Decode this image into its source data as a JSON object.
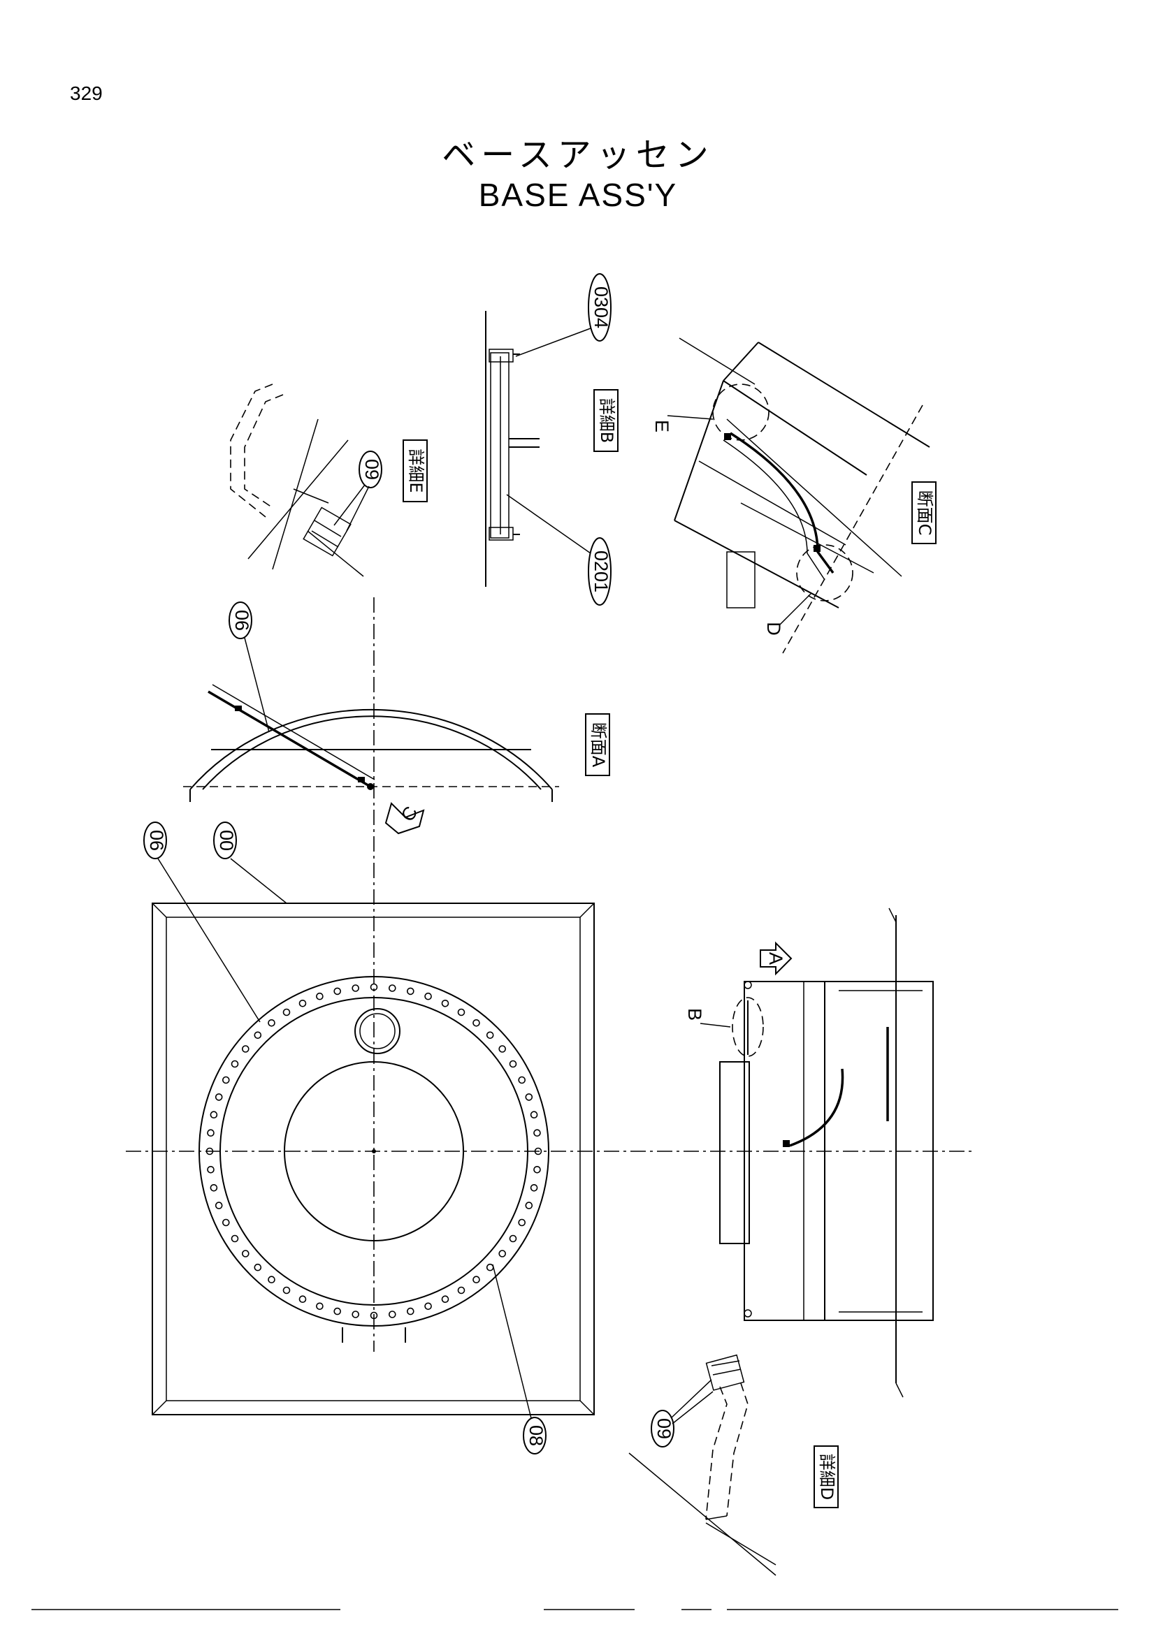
{
  "page_number": "329",
  "title_jp": "ベースアッセン",
  "title_en": "BASE   ASS'Y",
  "part_balloons": [
    "00",
    "01",
    "02",
    "03",
    "04",
    "06",
    "06",
    "08",
    "09",
    "09"
  ],
  "view_labels": {
    "section_a": "断面A",
    "detail_b": "詳細B",
    "section_c": "断面C",
    "detail_d": "詳細D",
    "detail_e": "詳細E"
  },
  "view_markers": {
    "a": "A",
    "b": "B",
    "c": "C",
    "d": "D",
    "e": "E"
  }
}
